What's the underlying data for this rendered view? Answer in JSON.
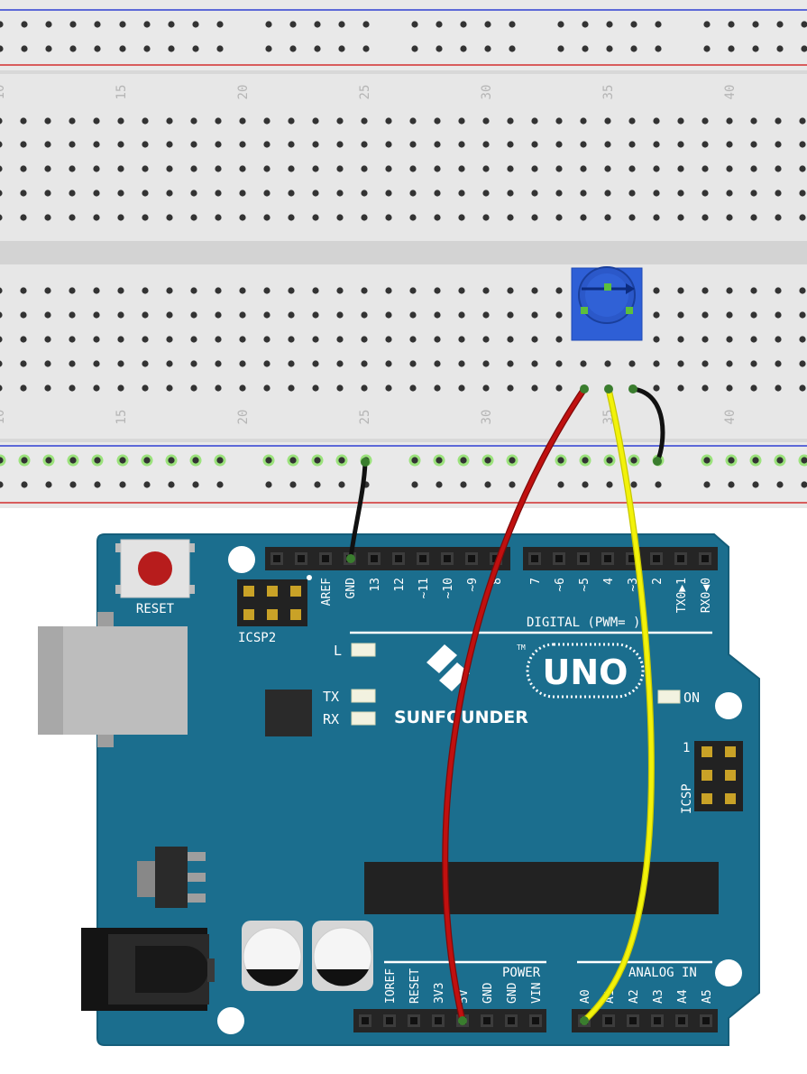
{
  "breadboard": {
    "column_numbers": [
      "10",
      "15",
      "20",
      "25",
      "30",
      "35",
      "40"
    ],
    "colors": {
      "body": "#e7e7e7",
      "rail_red": "#d32f2f",
      "rail_blue": "#2f3fd3",
      "hole": "#3a3a3a",
      "active_hole": "#8ee06b"
    }
  },
  "arduino": {
    "brand": "SUNFOUNDER",
    "model": "UNO",
    "tm": "TM",
    "reset_label": "RESET",
    "icsp2_label": "ICSP2",
    "icsp_label": "ICSP",
    "icsp_pin1": "1",
    "digital_label": "DIGITAL (PWM= )",
    "digital_pins": [
      "AREF",
      "GND",
      "13",
      "12",
      "~11",
      "~10",
      "~9",
      "8",
      "7",
      "~6",
      "~5",
      "4",
      "~3",
      "2",
      "TX0▶1",
      "RX0◀0"
    ],
    "led_l": "L",
    "led_tx": "TX",
    "led_rx": "RX",
    "led_on": "ON",
    "power_label": "POWER",
    "power_pins": [
      "IOREF",
      "RESET",
      "3V3",
      "5V",
      "GND",
      "GND",
      "VIN"
    ],
    "analog_label": "ANALOG IN",
    "analog_pins": [
      "A0",
      "A1",
      "A2",
      "A3",
      "A4",
      "A5"
    ],
    "colors": {
      "board": "#1c6f8f",
      "board_edge": "#16607c",
      "silk": "#ffffff"
    }
  },
  "wires": [
    {
      "name": "gnd-wire",
      "color": "#111111"
    },
    {
      "name": "5v-wire",
      "color": "#c0100f"
    },
    {
      "name": "a0-wire",
      "color": "#f2f20a"
    },
    {
      "name": "pot-gnd-jumper",
      "color": "#111111"
    }
  ],
  "potentiometer": {
    "color": "#2e5fd6"
  }
}
